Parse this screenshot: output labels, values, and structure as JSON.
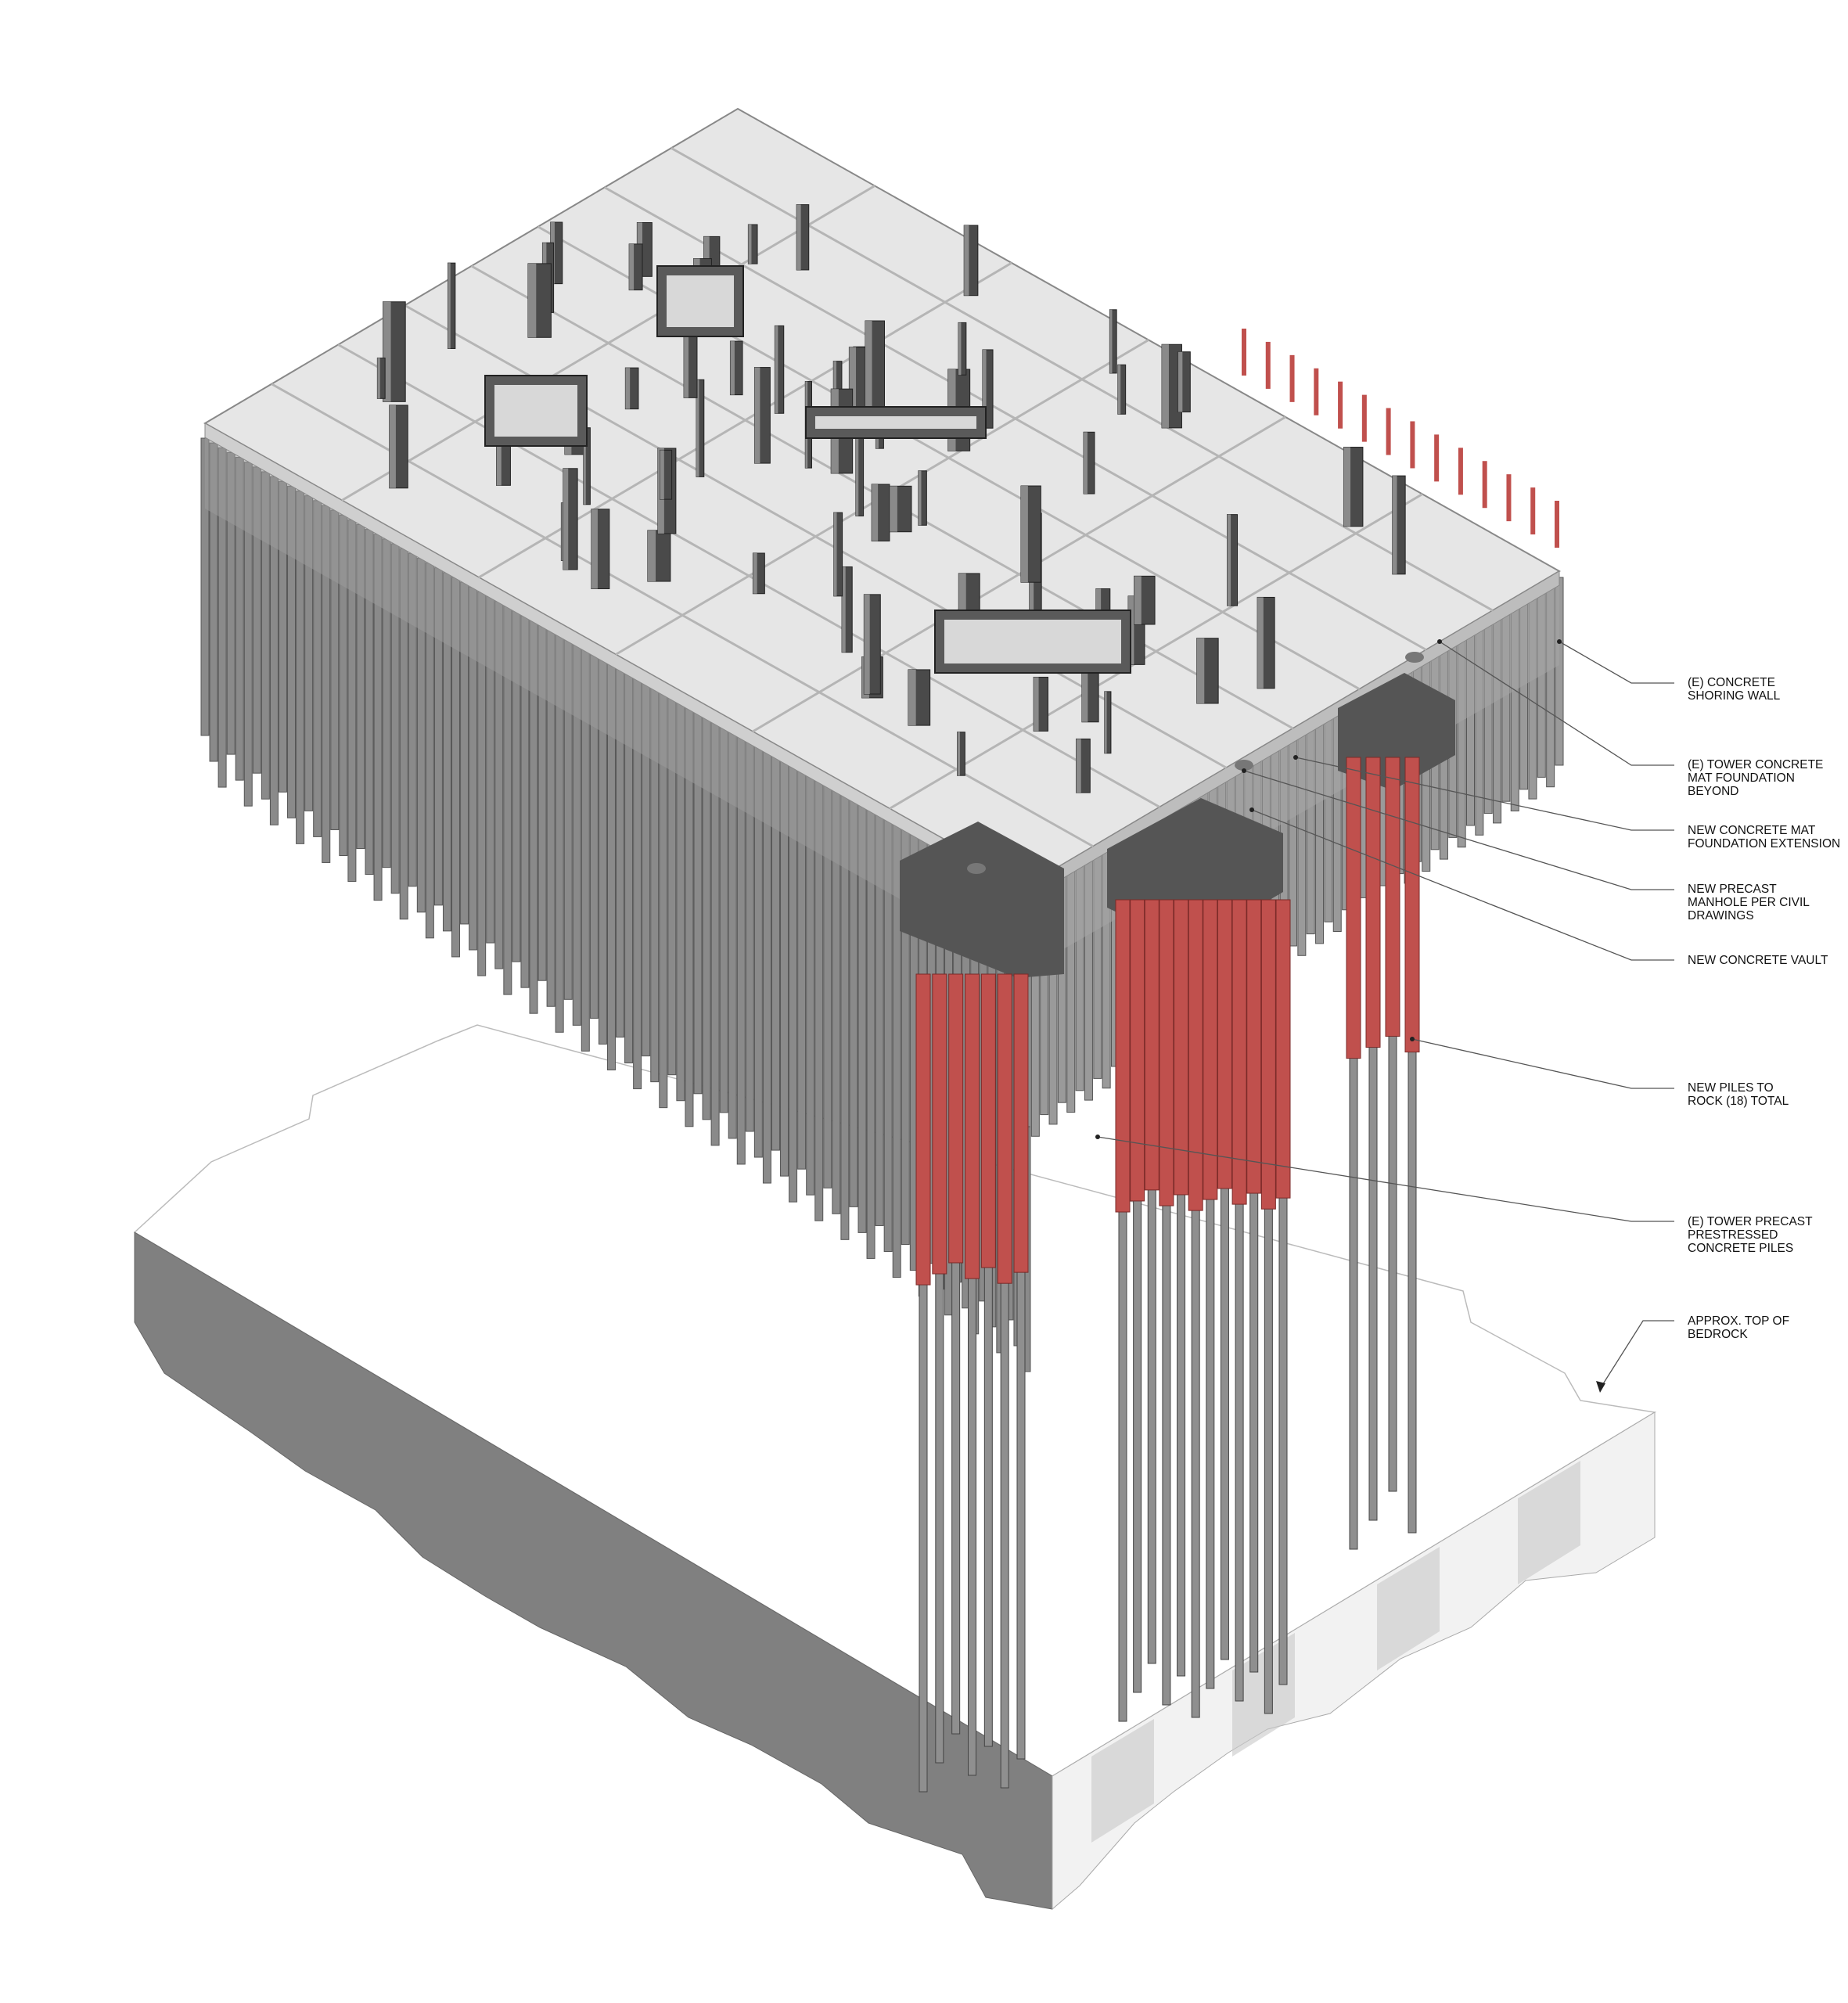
{
  "colors": {
    "new_pile": "#c0504d",
    "existing_pile": "#8a8a8a",
    "slab": "#e6e6e6",
    "wall_dark": "#4a4a4a",
    "bedrock_dark": "#808080",
    "bedrock_light": "#f2f2f2",
    "leader": "#555555"
  },
  "callouts": [
    {
      "id": "shoring-wall",
      "text": "(E) CONCRETE\nSHORING WALL"
    },
    {
      "id": "tower-mat-beyond",
      "text": "(E) TOWER CONCRETE\nMAT FOUNDATION\nBEYOND"
    },
    {
      "id": "mat-extension",
      "text": "NEW CONCRETE MAT\nFOUNDATION EXTENSION"
    },
    {
      "id": "precast-manhole",
      "text": "NEW PRECAST\nMANHOLE PER CIVIL\nDRAWINGS"
    },
    {
      "id": "concrete-vault",
      "text": "NEW CONCRETE VAULT"
    },
    {
      "id": "new-piles",
      "text": "NEW PILES TO\nROCK (18) TOTAL"
    },
    {
      "id": "existing-piles",
      "text": "(E) TOWER PRECAST\nPRESTRESSED\nCONCRETE PILES"
    },
    {
      "id": "bedrock",
      "text": "APPROX. TOP OF BEDROCK"
    }
  ]
}
